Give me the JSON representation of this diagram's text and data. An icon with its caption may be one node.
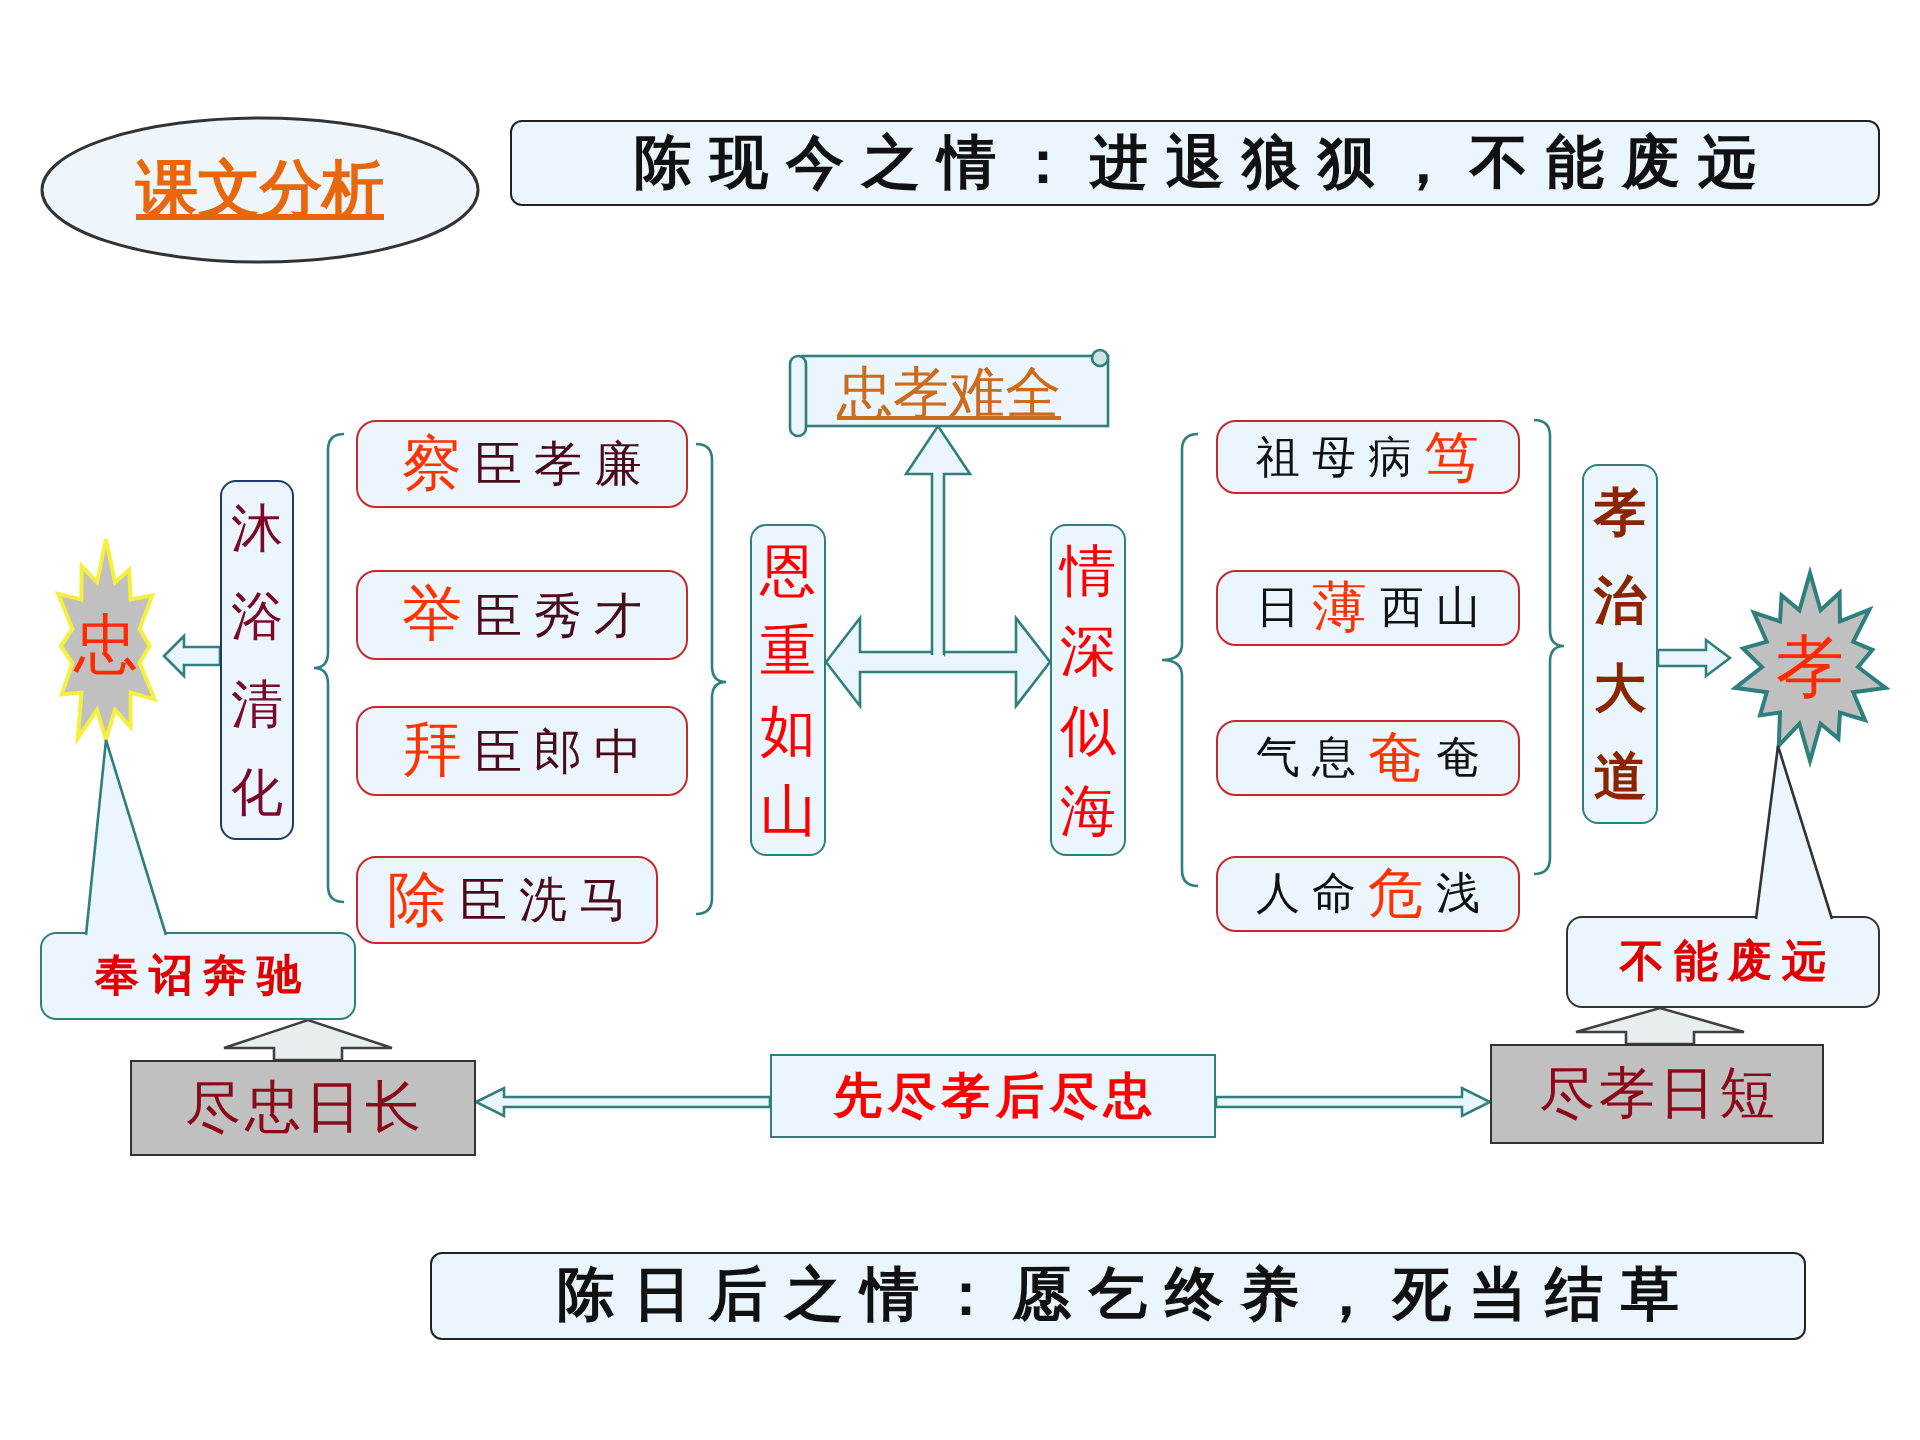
{
  "diagram": {
    "nodes": [
      {
        "text": [
          "课文分析"
        ]
      },
      {
        "text": [
          "陈现今之情：进退狼狈，不能废远"
        ]
      },
      {
        "text": [
          "忠孝难全"
        ]
      },
      {
        "text": [
          "**察**臣孝廉"
        ]
      },
      {
        "text": [
          "**举**臣秀才"
        ]
      },
      {
        "text": [
          "**拜**臣郎中"
        ]
      },
      {
        "text": [
          "**除**臣洗马"
        ]
      },
      {
        "text": [
          "沐浴清化"
        ]
      },
      {
        "text": [
          "忠"
        ]
      },
      {
        "text": [
          "奉诏奔驰"
        ]
      },
      {
        "text": [
          "尽忠日长"
        ]
      },
      {
        "text": [
          "恩重如山"
        ]
      },
      {
        "text": [
          "情深似海"
        ]
      },
      {
        "text": [
          "祖母病**笃**"
        ]
      },
      {
        "text": [
          "日**薄**西山"
        ]
      },
      {
        "text": [
          "气息**奄**奄"
        ]
      },
      {
        "text": [
          "人命**危**浅"
        ]
      },
      {
        "text": [
          "孝治大道"
        ]
      },
      {
        "text": [
          "孝"
        ]
      },
      {
        "text": [
          "不能废远"
        ]
      },
      {
        "text": [
          "尽孝日短"
        ]
      },
      {
        "text": [
          "先尽孝后尽忠"
        ]
      },
      {
        "text": [
          "陈日后之情：愿乞终养，死当结草"
        ]
      }
    ],
    "edges": [
      {
        "from": 7,
        "to": 8,
        "arrow": "to"
      },
      {
        "from": 9,
        "to": 8,
        "arrow": "none"
      },
      {
        "from": 10,
        "to": 9,
        "arrow": "to",
        "color": "#404040"
      },
      {
        "from": 11,
        "to": 12,
        "arrow": "both"
      },
      {
        "from": null,
        "to": 2,
        "arrow": "to"
      },
      {
        "from": 17,
        "to": 18,
        "arrow": "to"
      },
      {
        "from": 19,
        "to": 18,
        "arrow": "none",
        "color": "#333333"
      },
      {
        "from": 20,
        "to": 19,
        "arrow": "to",
        "color": "#404040"
      },
      {
        "from": 21,
        "to": 10,
        "arrow": "to"
      },
      {
        "from": 21,
        "to": 20,
        "arrow": "to"
      }
    ]
  }
}
